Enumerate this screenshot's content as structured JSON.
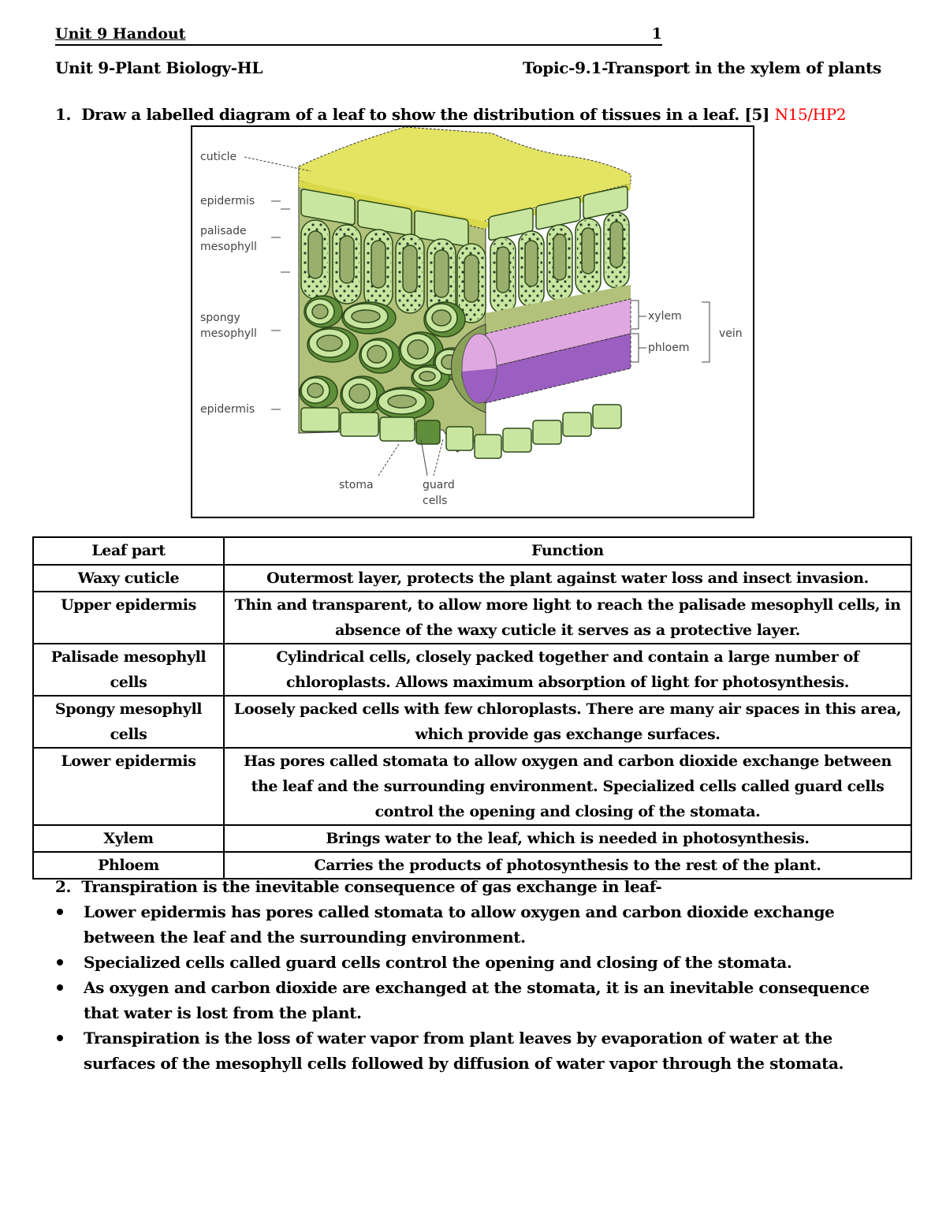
{
  "header": {
    "title": "Unit 9 Handout",
    "page_number": "1",
    "unit": "Unit 9-Plant Biology-HL",
    "topic": "Topic-9.1-Transport in the xylem of plants"
  },
  "question1": {
    "number": "1.",
    "text": "Draw a labelled diagram of a leaf to show the distribution of tissues in a leaf. [5]",
    "reference": "N15/HP2",
    "reference_color": "#ff0000"
  },
  "diagram": {
    "labels": {
      "cuticle": "cuticle",
      "epidermis_top": "epidermis",
      "palisade_1": "palisade",
      "palisade_2": "mesophyll",
      "spongy_1": "spongy",
      "spongy_2": "mesophyll",
      "epidermis_bottom": "epidermis",
      "xylem": "xylem",
      "phloem": "phloem",
      "vein": "vein",
      "stoma": "stoma",
      "guard_1": "guard",
      "guard_2": "cells"
    },
    "colors": {
      "cuticle": "#e4e463",
      "cell_light": "#c8e6a0",
      "cell_dark": "#5f8f3a",
      "cell_inner": "#9aae6e",
      "background": "#b2c27a",
      "xylem": "#e0a8e0",
      "phloem": "#9a5fc0"
    }
  },
  "table": {
    "headers": [
      "Leaf part",
      "Function"
    ],
    "rows": [
      {
        "part": "Waxy cuticle",
        "function": "Outermost layer, protects the plant against water loss and insect invasion."
      },
      {
        "part": "Upper epidermis",
        "function": "Thin and transparent, to allow more light to reach the palisade mesophyll cells, in absence of the waxy cuticle it serves as a protective layer."
      },
      {
        "part": "Palisade mesophyll cells",
        "function": "Cylindrical cells, closely packed together and contain a large number of chloroplasts. Allows maximum absorption of light for photosynthesis."
      },
      {
        "part": "Spongy mesophyll cells",
        "function": "Loosely packed cells with few chloroplasts. There are many air spaces in this area, which provide gas exchange surfaces."
      },
      {
        "part": "Lower epidermis",
        "function": "Has pores called stomata to allow oxygen and carbon dioxide exchange between the leaf and the surrounding environment. Specialized cells called guard cells control the opening and closing of the stomata."
      },
      {
        "part": "Xylem",
        "function": "Brings water to the leaf, which is needed in photosynthesis."
      },
      {
        "part": "Phloem",
        "function": "Carries the products of photosynthesis to the rest of the plant."
      }
    ]
  },
  "question2": {
    "number": "2.",
    "text": "Transpiration is the inevitable consequence of gas exchange in leaf-",
    "bullets": [
      "Lower epidermis has pores called stomata to allow oxygen and carbon dioxide exchange between the leaf and the surrounding environment.",
      "Specialized cells called guard cells control the opening and closing of the stomata.",
      "As oxygen and carbon dioxide are exchanged at the stomata, it is an inevitable consequence that water is lost from the plant.",
      "Transpiration is the loss of water vapor from plant leaves by evaporation of water at the surfaces of the mesophyll cells followed by diffusion of water vapor through the stomata."
    ]
  }
}
